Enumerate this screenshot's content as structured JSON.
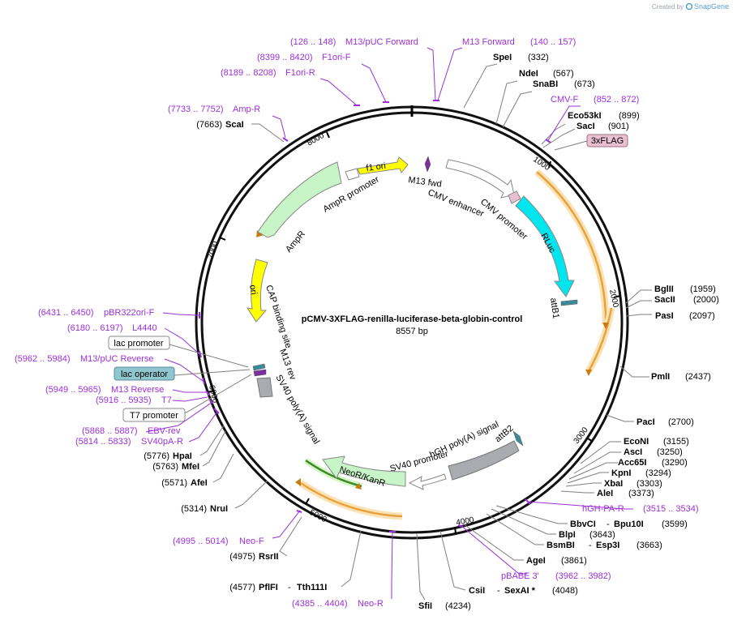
{
  "watermark": {
    "prefix": "Created by",
    "brand": "SnapGene"
  },
  "plasmid": {
    "name": "pCMV-3XFLAG-renilla-luciferase-beta-globin-control",
    "length": "8557 bp"
  },
  "ticks": [
    "1000",
    "2000",
    "3000",
    "4000",
    "5000",
    "6000",
    "7000",
    "8000"
  ],
  "enzymes": [
    {
      "name": "SpeI",
      "pos": "(332)"
    },
    {
      "name": "NdeI",
      "pos": "(567)"
    },
    {
      "name": "SnaBI",
      "pos": "(673)"
    },
    {
      "name": "Eco53kI",
      "pos": "(899)"
    },
    {
      "name": "SacI",
      "pos": "(901)"
    },
    {
      "name": "BglII",
      "pos": "(1959)"
    },
    {
      "name": "SacII",
      "pos": "(2000)"
    },
    {
      "name": "PasI",
      "pos": "(2097)"
    },
    {
      "name": "PmlI",
      "pos": "(2437)"
    },
    {
      "name": "PacI",
      "pos": "(2700)"
    },
    {
      "name": "EcoNI",
      "pos": "(3155)"
    },
    {
      "name": "AscI",
      "pos": "(3250)"
    },
    {
      "name": "Acc65I",
      "pos": "(3290)"
    },
    {
      "name": "KpnI",
      "pos": "(3294)"
    },
    {
      "name": "XbaI",
      "pos": "(3303)"
    },
    {
      "name": "AleI",
      "pos": "(3373)"
    },
    {
      "name": "BbvCI",
      "name2": "Bpu10I",
      "pos": "(3599)"
    },
    {
      "name": "BlpI",
      "pos": "(3643)"
    },
    {
      "name": "BsmBI",
      "name2": "Esp3I",
      "pos": "(3663)"
    },
    {
      "name": "AgeI",
      "pos": "(3861)"
    },
    {
      "name": "CsiI",
      "name2": "SexAI *",
      "pos": "(4048)"
    },
    {
      "name": "SfiI",
      "pos": "(4234)"
    },
    {
      "name": "PflFI",
      "name2": "Tth111I",
      "pos": "(4577)"
    },
    {
      "name": "RsrII",
      "pos": "(4975)"
    },
    {
      "name": "NruI",
      "pos": "(5314)"
    },
    {
      "name": "AfeI",
      "pos": "(5571)"
    },
    {
      "name": "MfeI",
      "pos": "(5763)"
    },
    {
      "name": "HpaI",
      "pos": "(5776)"
    },
    {
      "name": "ScaI",
      "pos": "(7663)"
    }
  ],
  "primers": [
    {
      "range": "(126 .. 148)",
      "name": "M13/pUC Forward"
    },
    {
      "range": "(140 .. 157)",
      "name": "M13 Forward"
    },
    {
      "range": "(8399 .. 8420)",
      "name": "F1ori-F"
    },
    {
      "range": "(8189 .. 8208)",
      "name": "F1ori-R"
    },
    {
      "range": "(7733 .. 7752)",
      "name": "Amp-R"
    },
    {
      "range": "(852 .. 872)",
      "name": "CMV-F"
    },
    {
      "range": "(3515 .. 3534)",
      "name": "hGH-PA-R"
    },
    {
      "range": "(3962 .. 3982)",
      "name": "pBABE 3'"
    },
    {
      "range": "(4385 .. 4404)",
      "name": "Neo-R"
    },
    {
      "range": "(4995 .. 5014)",
      "name": "Neo-F"
    },
    {
      "range": "(6431 .. 6450)",
      "name": "pBR322ori-F"
    },
    {
      "range": "(6180 .. 6197)",
      "name": "L4440"
    },
    {
      "range": "(5962 .. 5984)",
      "name": "M13/pUC Reverse"
    },
    {
      "range": "(5949 .. 5965)",
      "name": "M13 Reverse"
    },
    {
      "range": "(5916 .. 5935)",
      "name": "T7"
    },
    {
      "range": "(5868 .. 5887)",
      "name": "EBV-rev"
    },
    {
      "range": "(5814 .. 5833)",
      "name": "SV40pA-R"
    }
  ],
  "boxed": {
    "flag": "3xFLAG",
    "lac_promoter": "lac promoter",
    "lac_operator": "lac operator",
    "t7_promoter": "T7 promoter"
  },
  "features": {
    "f1_ori": "f1 ori",
    "m13_fwd": "M13 fwd",
    "cmv_enhancer": "CMV enhancer",
    "cmv_promoter": "CMV promoter",
    "rluc": "RLuc",
    "attb1": "attB1",
    "ampr_promoter": "AmpR promoter",
    "ampr": "AmpR",
    "ori": "ori",
    "cap_site": "CAP binding site",
    "m13_rev": "M13 rev",
    "sv40_polya": "SV40 poly(A) signal",
    "hgh_polya": "hGH poly(A) signal",
    "attb2": "attB2",
    "sv40_promoter": "SV40 promoter",
    "neokan": "NeoR/KanR"
  },
  "colors": {
    "primer": "#9b30d9",
    "orf": "#e8a33c",
    "orf_glow": "#fbe3b8",
    "f1ori": "#ffff00",
    "ampr": "#c8f5c8",
    "rluc": "#00e5ee",
    "flag": "#e8c0d0",
    "lacop": "#8fc7d0",
    "globin": "#a8acb0",
    "lnk": "#7f7f7f"
  }
}
